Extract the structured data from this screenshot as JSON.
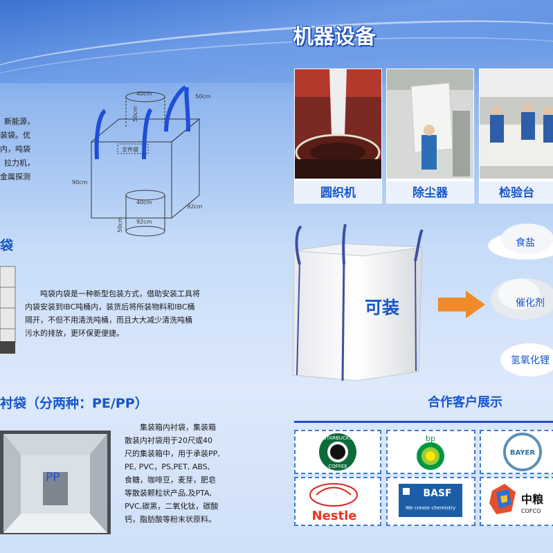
{
  "header": {
    "machine_title": "机器设备"
  },
  "intro": {
    "lines": [
      "新能源，",
      "装袋。优",
      "内，吨袋",
      "拉力机，",
      "金属探测"
    ]
  },
  "diagram": {
    "labels": {
      "top_dia": "40cm",
      "top_h": "50cm",
      "handle": "50cm",
      "doc": "文件袋",
      "height": "90cm",
      "width": "92cm",
      "bottom_dia": "40cm",
      "bottom_circ": "92cm",
      "bottom_h": "50cm"
    }
  },
  "machines": [
    {
      "caption": "圆织机"
    },
    {
      "caption": "除尘器"
    },
    {
      "caption": "检验台"
    }
  ],
  "ibc": {
    "title": "袋",
    "lines": [
      "吨袋内袋是一种新型包装方式，借助安装工具将",
      "内袋安装到IBC吨桶内，装货后将所装物料和IBC桶",
      "隔开，不但不用清洗吨桶，而且大大减少清洗吨桶",
      "污水的排放，更环保更便捷。"
    ]
  },
  "loadable": {
    "label": "可装",
    "items": [
      "食盐",
      "催化剂",
      "氢氧化锂"
    ]
  },
  "liner": {
    "title": "衬袋（分两种：PE/PP）",
    "pp_label": "PP",
    "lines": [
      "集装箱内衬袋，集装箱",
      "散装内衬袋用于20尺或40",
      "尺的集装箱中，用于承装PP,",
      "PE, PVC，PS,PET, ABS,",
      "食糖，咖啡豆，麦芽，肥皂",
      "等散装颗粒状产品,及PTA,",
      "PVC,碳黑，二氧化钛，碳酸",
      "钙，脂肪酸等粉末状原料。"
    ]
  },
  "partners": {
    "title": "合作客户展示",
    "logos": [
      {
        "name": "starbucks",
        "text_top": "STARBUCKS",
        "text_bottom": "COFFEE"
      },
      {
        "name": "bp",
        "text": "bp"
      },
      {
        "name": "bayer",
        "text": "BAYER"
      },
      {
        "name": "nestle",
        "text": "Nestle"
      },
      {
        "name": "basf",
        "text": "BASF",
        "sub": "We create chemistry"
      },
      {
        "name": "cofco",
        "text": "中粮",
        "sub": "COFCO"
      }
    ]
  },
  "colors": {
    "accent": "#1656c9",
    "orange": "#f08a2a",
    "logo_border": "#3b78d6"
  }
}
